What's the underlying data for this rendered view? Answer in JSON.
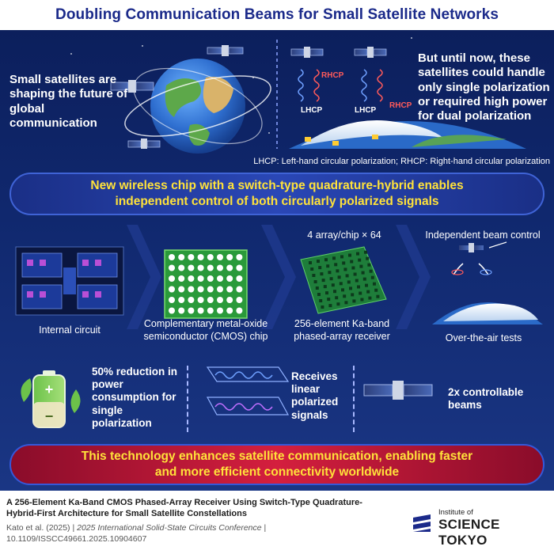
{
  "title": "Doubling Communication Beams for Small Satellite Networks",
  "top": {
    "left_text": "Small satellites are shaping the future of global communication",
    "right_text": "But until now, these satellites could handle only single polarization or required high power for dual polarization",
    "labels": {
      "rhcp": "RHCP",
      "lhcp": "LHCP"
    },
    "note": "LHCP: Left-hand circular polarization; RHCP: Right-hand circular polarization"
  },
  "highlight": {
    "line1": "New wireless chip with a switch-type quadrature-hybrid enables",
    "line2": "independent control of both circularly polarized signals"
  },
  "steps": {
    "internal_circuit": "Internal circuit",
    "cmos_line1": "Complementary metal-oxide",
    "cmos_line2": "semiconductor (CMOS) chip",
    "array_top": "4 array/chip × 64",
    "array_line1": "256-element Ka-band",
    "array_line2": "phased-array receiver",
    "beam_top": "Independent beam control",
    "ota": "Over-the-air tests"
  },
  "benefits": {
    "power": "50% reduction in power consumption for single polarization",
    "linear": "Receives linear polarized signals",
    "beams": "2x controllable beams"
  },
  "conclusion": {
    "line1": "This technology enhances satellite communication, enabling faster",
    "line2": "and more efficient connectivity worldwide"
  },
  "footer": {
    "paper_title": "A 256-Element Ka-Band CMOS Phased-Array Receiver Using Switch-Type Quadrature-Hybrid-First Architecture for Small Satellite Constellations",
    "authors": "Kato et al. (2025)",
    "venue": "2025 International Solid-State Circuits Conference",
    "doi": "10.1109/ISSCC49661.2025.10904607",
    "logo_small": "Institute of",
    "logo_big": "SCIENCE TOKYO"
  }
}
